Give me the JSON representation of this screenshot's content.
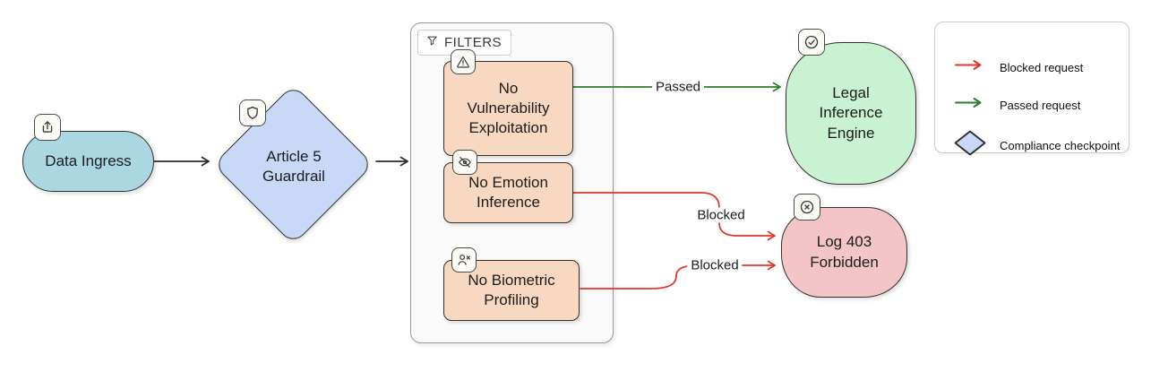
{
  "diagram": {
    "nodes": {
      "ingress": {
        "label": "Data Ingress",
        "icon": "upload-icon"
      },
      "guardrail": {
        "label": "Article 5 Guardrail",
        "icon": "shield-icon"
      },
      "vuln": {
        "label": "No Vulnerability Exploitation",
        "icon": "warning-triangle-icon"
      },
      "emotion": {
        "label": "No Emotion Inference",
        "icon": "eye-off-icon"
      },
      "biometric": {
        "label": "No Biometric Profiling",
        "icon": "user-x-icon"
      },
      "engine": {
        "label": "Legal Inference Engine",
        "icon": "check-circle-icon"
      },
      "log403": {
        "label": "Log 403 Forbidden",
        "icon": "x-circle-icon"
      }
    },
    "subgraph": {
      "label": "FILTERS",
      "icon": "filter-icon"
    },
    "edges": {
      "passed_label": "Passed",
      "blocked1_label": "Blocked",
      "blocked2_label": "Blocked"
    },
    "legend": {
      "items": [
        {
          "swatch": "red-arrow",
          "label": "Blocked request"
        },
        {
          "swatch": "green-arrow",
          "label": "Passed request"
        },
        {
          "swatch": "blue-diamond",
          "label": "Compliance checkpoint"
        }
      ]
    },
    "colors": {
      "blocked": "#e5342e",
      "passed": "#2e7d2e",
      "edge": "#2b2b2b",
      "checkpoint_fill": "#c8d8f7",
      "ingress_fill": "#abd7e3",
      "filter_fill": "#f8d8c1",
      "engine_fill": "#c9f2d2",
      "log_fill": "#f3c5c9"
    }
  }
}
